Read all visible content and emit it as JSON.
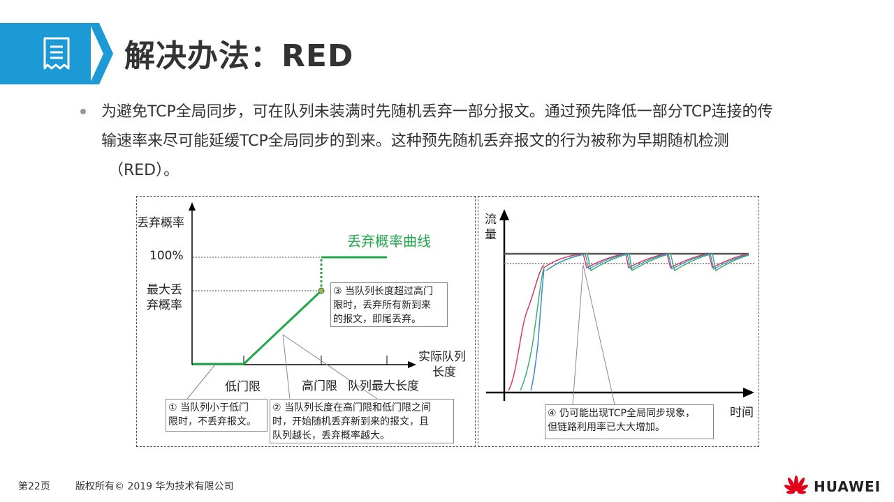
{
  "slide": {
    "title": "解决办法：RED",
    "bullet_lines": [
      "为避免TCP全局同步，可在队列未装满时先随机丢弃一部分报文。通过预先降低一部分TCP连接的传",
      "输速率来尽可能延缓TCP全局同步的到来。这种预先随机丢弃报文的行为被称为早期随机检测",
      "（RED）。"
    ]
  },
  "left_diagram": {
    "y_axis_label": "丢弃概率",
    "tick_100": "100%",
    "tick_max_line1": "最大丢",
    "tick_max_line2": "弃概率",
    "x_axis_label_line1": "实际队列",
    "x_axis_label_line2": "长度",
    "x_low": "低门限",
    "x_high": "高门限",
    "x_max": "队列最大长度",
    "curve_label": "丢弃概率曲线",
    "note1_line1": "① 当队列小于低门",
    "note1_line2": "限时，不丢弃报文。",
    "note2_line1": "② 当队列长度在高门限和低门限之间",
    "note2_line2": "时，开始随机丢弃新到来的报文，且",
    "note2_line3": "队列越长，丢弃概率越大。",
    "note3_line1": "③ 当队列长度超过高门",
    "note3_line2": "限时，丢弃所有新到来",
    "note3_line3": "的报文，即尾丢弃。"
  },
  "right_diagram": {
    "y_axis_line1": "流",
    "y_axis_line2": "量",
    "x_axis_label": "时间",
    "note4_line1": "④ 仍可能出现TCP全局同步现象，",
    "note4_line2": "但链路利用率已大大增加。"
  },
  "footer": {
    "page": "第22页",
    "copyright": "版权所有© 2019 华为技术有限公司",
    "brand": "HUAWEI"
  },
  "colors": {
    "accent_blue": "#1b9ad6",
    "curve_green": "#1fa84a",
    "brand_red": "#e3001b"
  }
}
